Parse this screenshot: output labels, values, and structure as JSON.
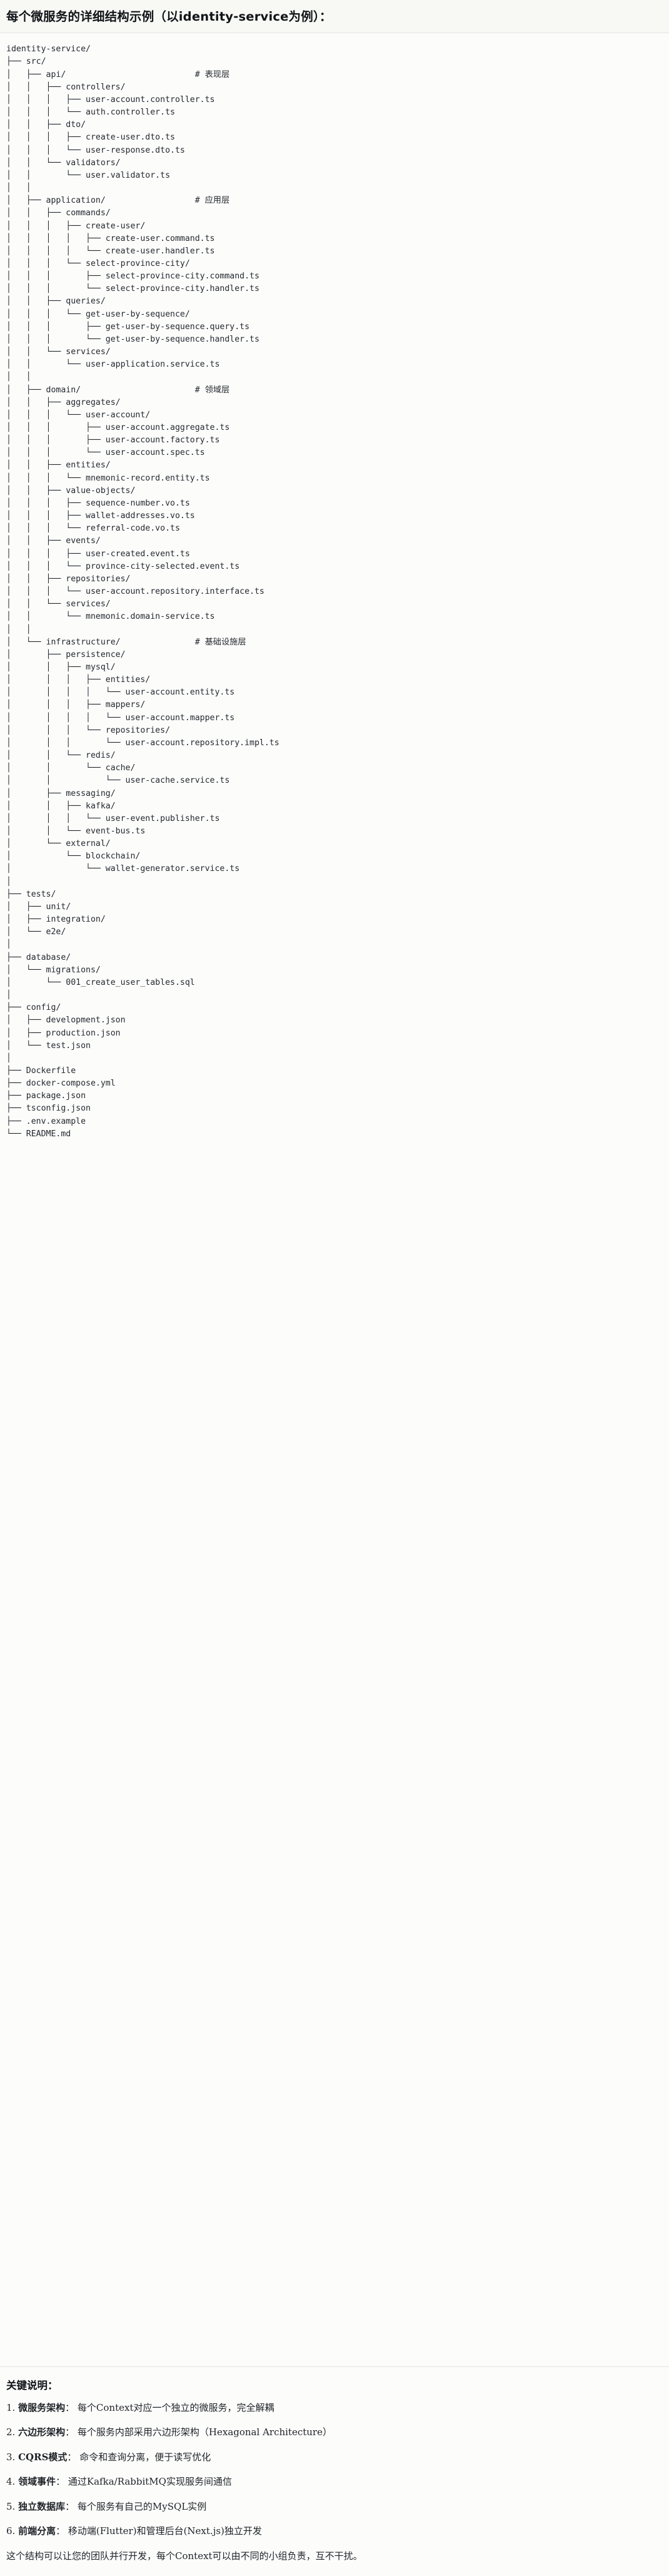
{
  "header": {
    "title": "每个微服务的详细结构示例（以identity-service为例）："
  },
  "tree": {
    "root": "identity-service/",
    "text": "identity-service/\n├── src/\n│   ├── api/                          # 表现层\n│   │   ├── controllers/\n│   │   │   ├── user-account.controller.ts\n│   │   │   └── auth.controller.ts\n│   │   ├── dto/\n│   │   │   ├── create-user.dto.ts\n│   │   │   └── user-response.dto.ts\n│   │   └── validators/\n│   │       └── user.validator.ts\n│   │\n│   ├── application/                  # 应用层\n│   │   ├── commands/\n│   │   │   ├── create-user/\n│   │   │   │   ├── create-user.command.ts\n│   │   │   │   └── create-user.handler.ts\n│   │   │   └── select-province-city/\n│   │   │       ├── select-province-city.command.ts\n│   │   │       └── select-province-city.handler.ts\n│   │   ├── queries/\n│   │   │   └── get-user-by-sequence/\n│   │   │       ├── get-user-by-sequence.query.ts\n│   │   │       └── get-user-by-sequence.handler.ts\n│   │   └── services/\n│   │       └── user-application.service.ts\n│   │\n│   ├── domain/                       # 领域层\n│   │   ├── aggregates/\n│   │   │   └── user-account/\n│   │   │       ├── user-account.aggregate.ts\n│   │   │       ├── user-account.factory.ts\n│   │   │       └── user-account.spec.ts\n│   │   ├── entities/\n│   │   │   └── mnemonic-record.entity.ts\n│   │   ├── value-objects/\n│   │   │   ├── sequence-number.vo.ts\n│   │   │   ├── wallet-addresses.vo.ts\n│   │   │   └── referral-code.vo.ts\n│   │   ├── events/\n│   │   │   ├── user-created.event.ts\n│   │   │   └── province-city-selected.event.ts\n│   │   ├── repositories/\n│   │   │   └── user-account.repository.interface.ts\n│   │   └── services/\n│   │       └── mnemonic.domain-service.ts\n│   │\n│   └── infrastructure/               # 基础设施层\n│       ├── persistence/\n│       │   ├── mysql/\n│       │   │   ├── entities/\n│       │   │   │   └── user-account.entity.ts\n│       │   │   ├── mappers/\n│       │   │   │   └── user-account.mapper.ts\n│       │   │   └── repositories/\n│       │   │       └── user-account.repository.impl.ts\n│       │   └── redis/\n│       │       └── cache/\n│       │           └── user-cache.service.ts\n│       ├── messaging/\n│       │   ├── kafka/\n│       │   │   └── user-event.publisher.ts\n│       │   └── event-bus.ts\n│       └── external/\n│           └── blockchain/\n│               └── wallet-generator.service.ts\n│\n├── tests/\n│   ├── unit/\n│   ├── integration/\n│   └── e2e/\n│\n├── database/\n│   └── migrations/\n│       └── 001_create_user_tables.sql\n│\n├── config/\n│   ├── development.json\n│   ├── production.json\n│   └── test.json\n│\n├── Dockerfile\n├── docker-compose.yml\n├── package.json\n├── tsconfig.json\n├── .env.example\n└── README.md",
    "layer_comments": [
      {
        "line": "api/",
        "comment": "# 表现层"
      },
      {
        "line": "application/",
        "comment": "# 应用层"
      },
      {
        "line": "domain/",
        "comment": "# 领域层"
      },
      {
        "line": "infrastructure/",
        "comment": "# 基础设施层"
      }
    ]
  },
  "keys": {
    "title": "关键说明：",
    "items": [
      {
        "num": "1.",
        "lead": "微服务架构",
        "sep": "：",
        "body": "每个Context对应一个独立的微服务，完全解耦"
      },
      {
        "num": "2.",
        "lead": "六边形架构",
        "sep": "：",
        "body": "每个服务内部采用六边形架构（Hexagonal Architecture）"
      },
      {
        "num": "3.",
        "lead": "CQRS模式",
        "sep": "：",
        "body": "命令和查询分离，便于读写优化"
      },
      {
        "num": "4.",
        "lead": "领域事件",
        "sep": "：",
        "body": "通过Kafka/RabbitMQ实现服务间通信"
      },
      {
        "num": "5.",
        "lead": "独立数据库",
        "sep": "：",
        "body": "每个服务有自己的MySQL实例"
      },
      {
        "num": "6.",
        "lead": "前端分离",
        "sep": "：",
        "body": "移动端(Flutter)和管理后台(Next.js)独立开发"
      }
    ],
    "closing": "这个结构可以让您的团队并行开发，每个Context可以由不同的小组负责，互不干扰。"
  }
}
